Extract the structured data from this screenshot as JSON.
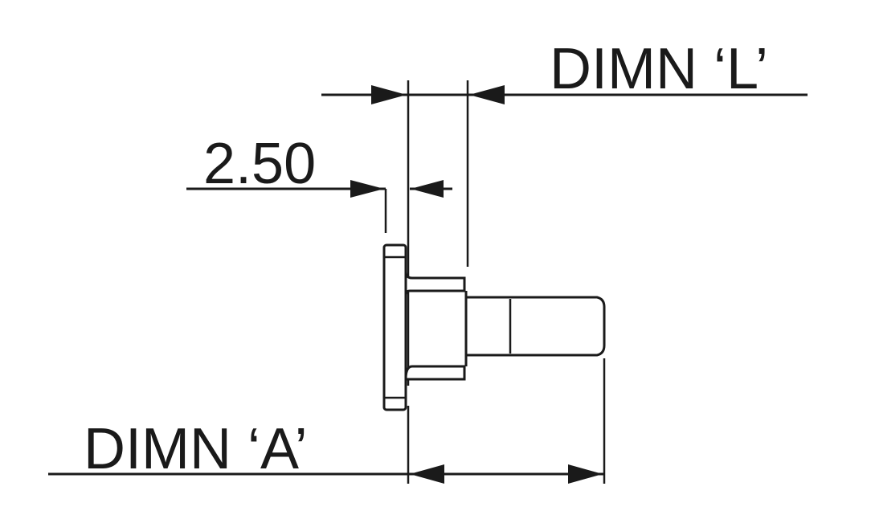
{
  "drawing": {
    "type": "technical-dimension-drawing",
    "subject": "flanged stud / pin side view",
    "labels": {
      "dimn_l": "DIMN ‘L’",
      "dimension_value": "2.50",
      "dimn_a": "DIMN ‘A’"
    },
    "colors": {
      "line": "#1a1a1a",
      "background": "#ffffff"
    }
  }
}
